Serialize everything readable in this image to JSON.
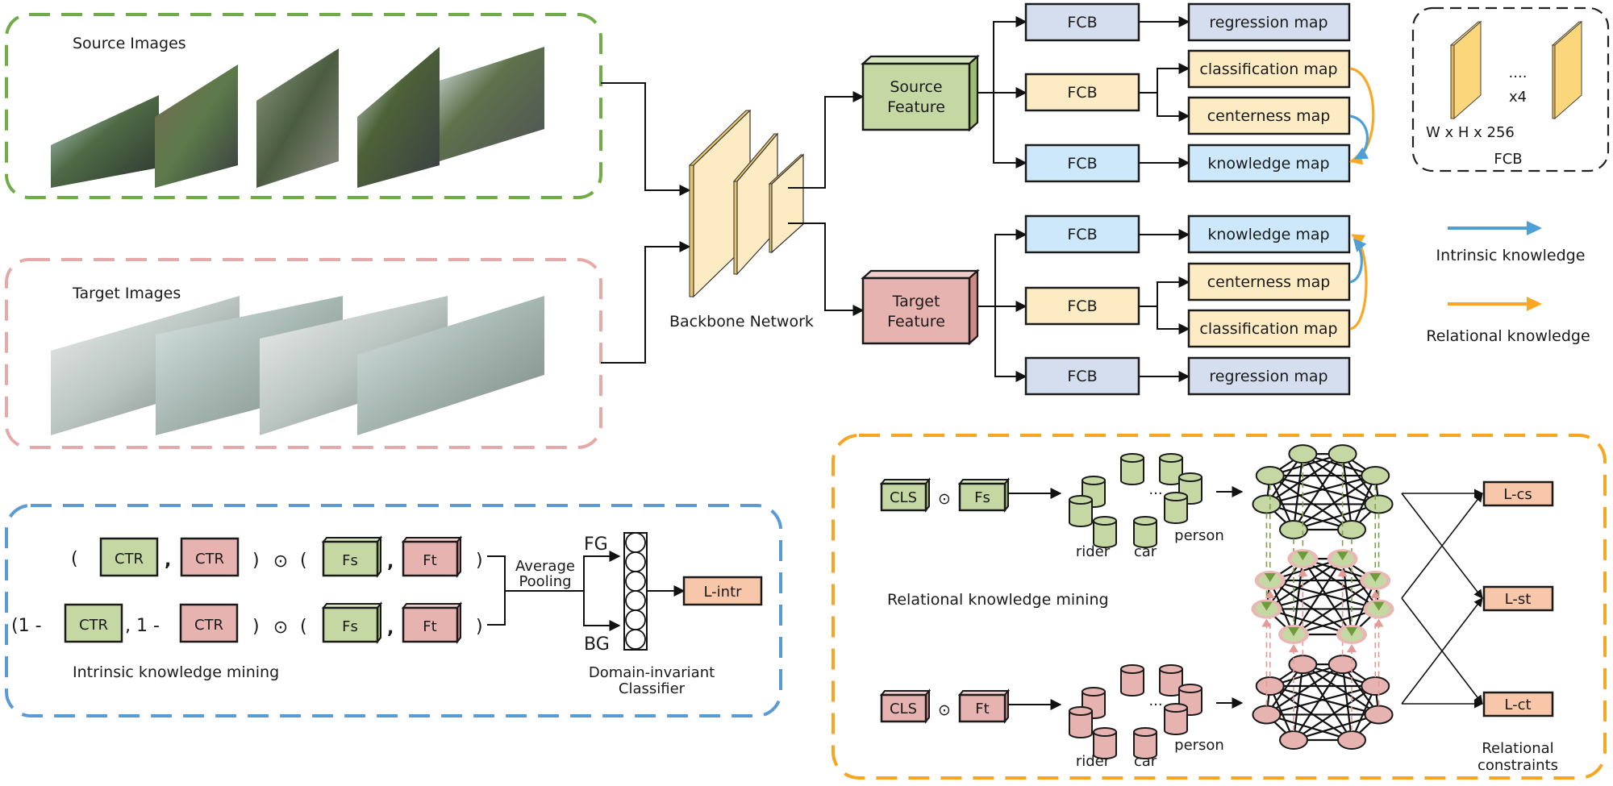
{
  "colors": {
    "source_green": "#c5d8a4",
    "target_pink": "#e6b3b0",
    "fcb_yellow": "#fdebc4",
    "regression_gray_blue": "#d5deef",
    "knowledge_blue": "#cce8fa",
    "loss_orange": "#f8c6a8",
    "backbone_yellow": "#fdebc4",
    "intrinsic_arrow_blue": "#4d9fd6",
    "relational_arrow_orange": "#f8a825",
    "source_panel_border": "#70ad47",
    "target_panel_border": "#e4a9a9",
    "intrinsic_panel_border": "#5b9bd5",
    "relational_panel_border": "#f5a623"
  },
  "source_panel": {
    "title": "Source Images"
  },
  "target_panel": {
    "title": "Target Images"
  },
  "backbone": {
    "label": "Backbone Network"
  },
  "source_feature": {
    "line1": "Source",
    "line2": "Feature"
  },
  "target_feature": {
    "line1": "Target",
    "line2": "Feature"
  },
  "source_heads": {
    "fcb": [
      "FCB",
      "FCB",
      "FCB"
    ],
    "maps": [
      "regression map",
      "classification map",
      "centerness map",
      "knowledge map"
    ]
  },
  "target_heads": {
    "fcb": [
      "FCB",
      "FCB",
      "FCB"
    ],
    "maps": [
      "knowledge map",
      "centerness map",
      "classification map",
      "regression map"
    ]
  },
  "fcb_legend": {
    "dims": "W x H x 256",
    "dots": "....",
    "repeat": "x4",
    "title": "FCB"
  },
  "arrow_legend": {
    "intrinsic": "Intrinsic knowledge",
    "relational": "Relational knowledge"
  },
  "intrinsic_panel": {
    "row1": {
      "open": "(",
      "ctr_s": "CTR",
      "comma": ",",
      "ctr_t": "CTR",
      "close": ")",
      "op": "⊙",
      "open2": "(",
      "fs": "Fs",
      "comma2": ",",
      "ft": "Ft",
      "close2": ")"
    },
    "row2": {
      "open": "(1 -",
      "ctr_s": "CTR",
      "comma": ", 1 -",
      "ctr_t": "CTR",
      "close": ")",
      "op": "⊙",
      "open2": "(",
      "fs": "Fs",
      "comma2": ",",
      "ft": "Ft",
      "close2": ")"
    },
    "pooling_line1": "Average",
    "pooling_line2": "Pooling",
    "fg": "FG",
    "bg": "BG",
    "classifier_line1": "Domain-invariant",
    "classifier_line2": "Classifier",
    "loss": "L-intr",
    "caption": "Intrinsic knowledge mining"
  },
  "relational_panel": {
    "source_row": {
      "cls": "CLS",
      "op": "⊙",
      "feat": "Fs"
    },
    "target_row": {
      "cls": "CLS",
      "op": "⊙",
      "feat": "Ft"
    },
    "class_labels": {
      "rider": "rider",
      "car": "car",
      "person": "person",
      "ellipsis": "..."
    },
    "caption": "Relational knowledge mining",
    "losses": [
      "L-cs",
      "L-st",
      "L-ct"
    ],
    "constraints_line1": "Relational",
    "constraints_line2": "constraints"
  }
}
